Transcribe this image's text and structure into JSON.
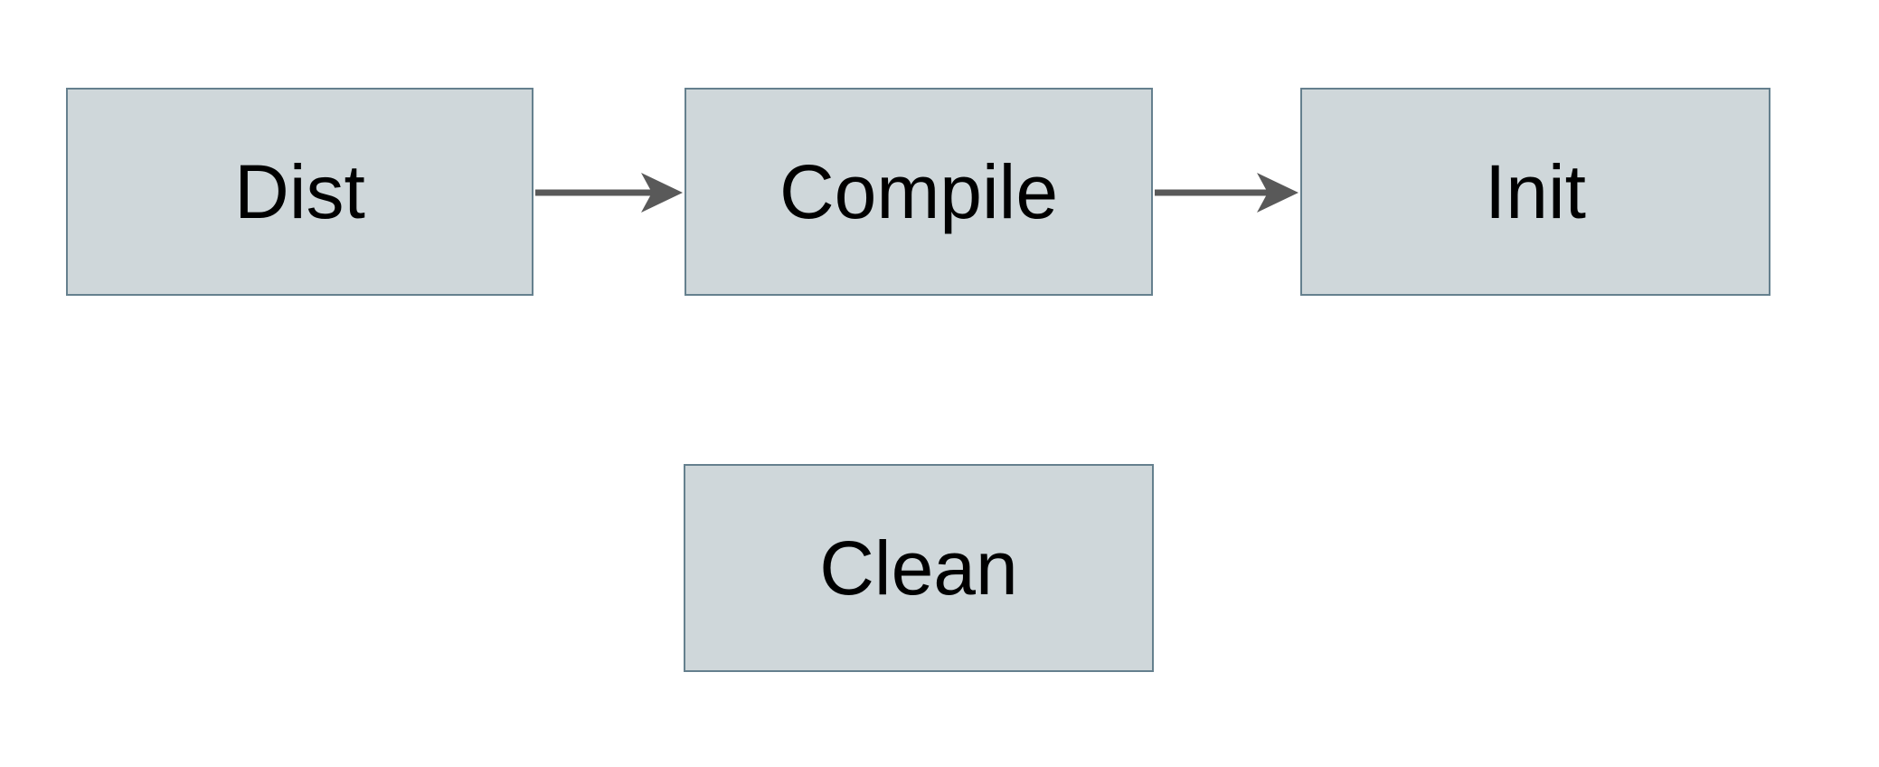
{
  "diagram": {
    "nodes": [
      {
        "id": "dist",
        "label": "Dist"
      },
      {
        "id": "compile",
        "label": "Compile"
      },
      {
        "id": "init",
        "label": "Init"
      },
      {
        "id": "clean",
        "label": "Clean"
      }
    ],
    "edges": [
      {
        "from": "Dist",
        "to": "Compile",
        "style": "solid-arrow"
      },
      {
        "from": "Compile",
        "to": "Init",
        "style": "solid-arrow"
      }
    ],
    "colors": {
      "background": "#ffffff",
      "node_fill": "#cfd7da",
      "node_border": "#65808e",
      "arrow": "#595959",
      "text": "#000000"
    }
  }
}
